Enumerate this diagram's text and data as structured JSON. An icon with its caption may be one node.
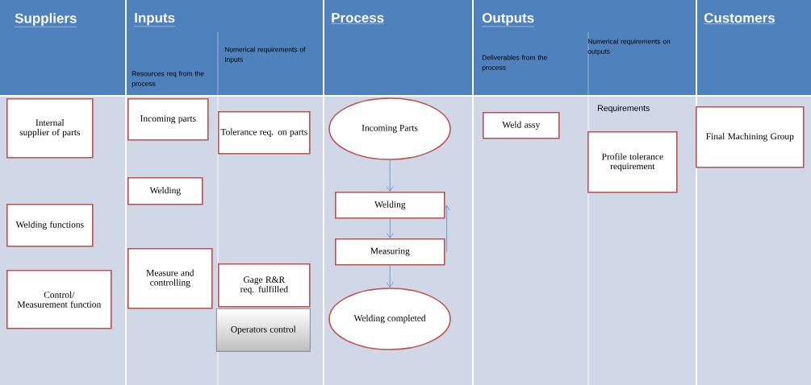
{
  "diagram": {
    "nodes": [
      {
        "text": [
          "Internal supplier of parts"
        ]
      },
      {
        "text": [
          "Welding functions"
        ]
      },
      {
        "text": [
          "Control/ Measurement function"
        ]
      },
      {
        "text": [
          "Incoming parts"
        ]
      },
      {
        "text": [
          "Welding"
        ]
      },
      {
        "text": [
          "Measure and controlling"
        ]
      },
      {
        "text": [
          "Tolerance req. on parts"
        ]
      },
      {
        "text": [
          "Gage R&R req. fulfilled"
        ]
      },
      {
        "text": [
          "Operators control"
        ]
      },
      {
        "text": [
          "Incoming Parts"
        ]
      },
      {
        "text": [
          "Welding"
        ]
      },
      {
        "text": [
          "Measuring"
        ]
      },
      {
        "text": [
          "Welding completed"
        ]
      },
      {
        "text": [
          "Weld assy"
        ]
      },
      {
        "text": [
          "Profile tolerance requirement"
        ]
      },
      {
        "text": [
          "Final Machining Group"
        ]
      }
    ],
    "edges": [
      {
        "from": 9,
        "to": 10,
        "arrow": "to"
      },
      {
        "from": 10,
        "to": 11,
        "arrow": "to"
      },
      {
        "from": 11,
        "to": 12,
        "arrow": "to"
      },
      {
        "from": 11,
        "to": 10,
        "arrow": "to"
      }
    ],
    "labels": [
      "Suppliers",
      "Inputs",
      "Resources req from the process",
      "Numerical requirements of Inputs",
      "Process",
      "Outputs",
      "Deliverables from the process",
      "Numerical requirements on outputs",
      "Customers",
      "Requirements"
    ]
  }
}
